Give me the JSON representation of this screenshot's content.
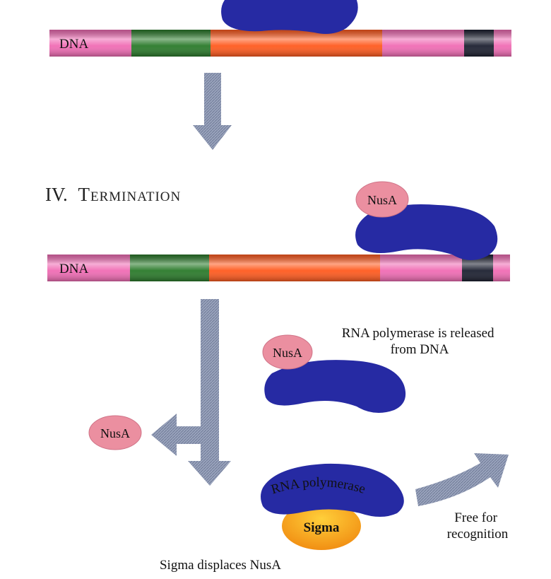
{
  "colors": {
    "dna_pink": "#f06cb4",
    "dna_green": "#2a7a2a",
    "dna_orange": "#ff5a1e",
    "dna_black": "#1c2030",
    "polymerase_blue": "#262aa3",
    "nusa_pink": "#eb8fa0",
    "sigma_orange": "#f5a21a",
    "arrow_gray": "#8d98b3"
  },
  "top_strand": {
    "label": "DNA"
  },
  "section": {
    "numeral": "IV.",
    "title": "Termination"
  },
  "termination_strand": {
    "label": "DNA"
  },
  "nusa_labels": {
    "on_polymerase": "NusA",
    "released": "NusA",
    "displaced": "NusA"
  },
  "released_caption": {
    "line1": "RNA polymerase is released",
    "line2": "from DNA"
  },
  "polymerase_label": "RNA polymerase",
  "sigma_label": "Sigma",
  "free_caption": {
    "line1": "Free for",
    "line2": "recognition"
  },
  "bottom_caption": "Sigma displaces NusA",
  "icons": {
    "down_arrow_1": "down-arrow-icon",
    "down_arrow_2": "down-arrow-icon",
    "left_arrow": "left-arrow-icon",
    "curved_arrow": "curved-arrow-icon"
  }
}
